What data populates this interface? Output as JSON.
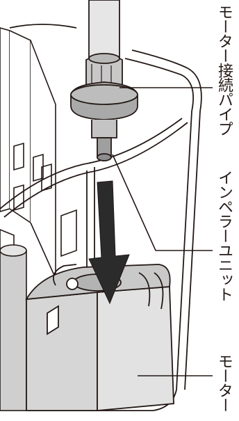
{
  "labels": {
    "motor_pipe": "モーター接続パイプ",
    "impeller_unit": "インペラーユニット",
    "motor": "モーター"
  },
  "colors": {
    "ink": "#231815",
    "part_fill": "#d9d9d9",
    "part_dark": "#9c9c9c",
    "arrow": "#2b2b2b",
    "background": "#ffffff"
  }
}
